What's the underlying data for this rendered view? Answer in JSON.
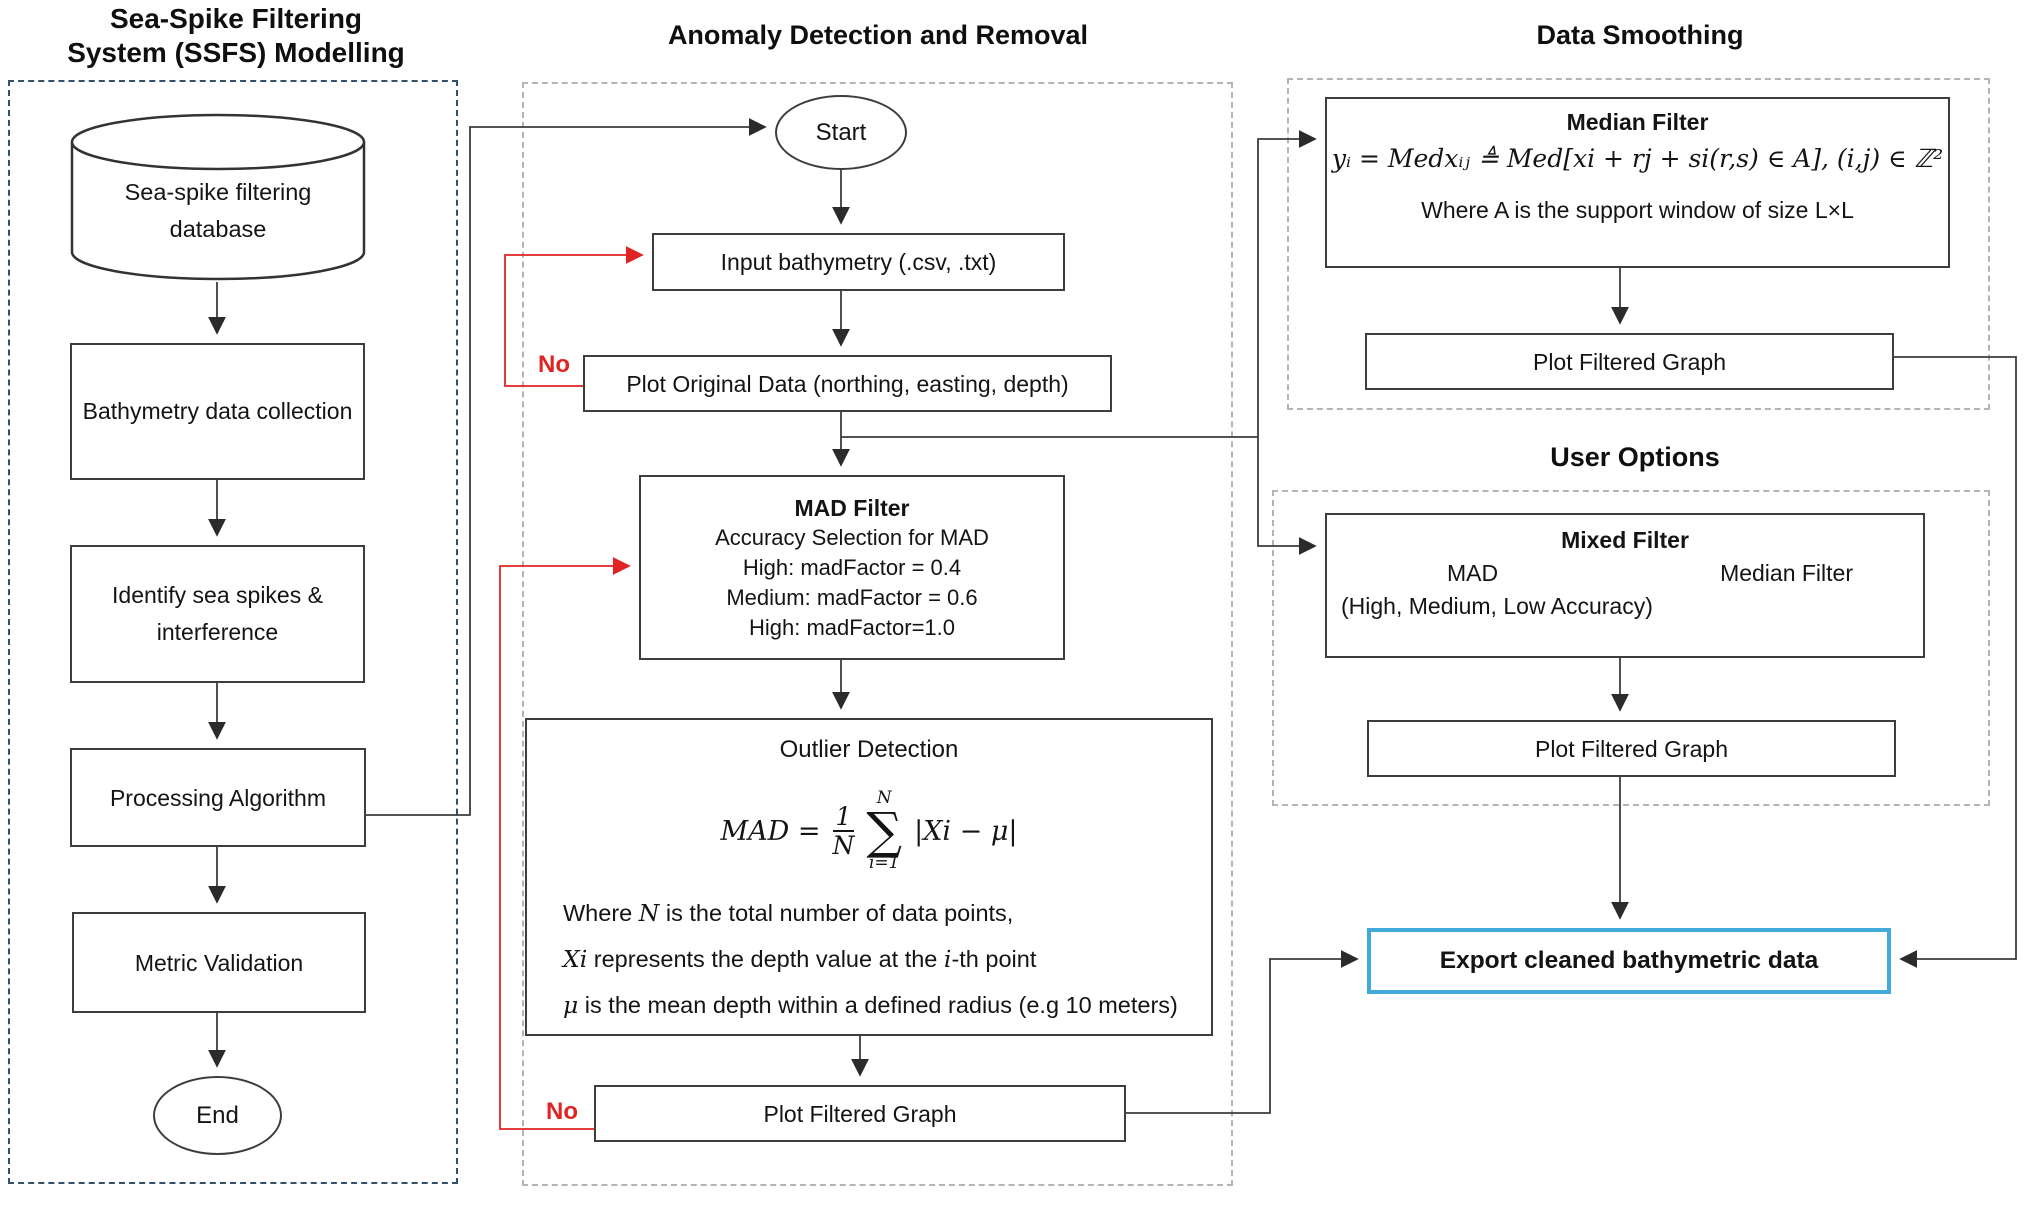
{
  "colors": {
    "feedback_red": "#e02424",
    "export_border_blue": "#42a9dc",
    "left_dash_navy": "#33506e",
    "gray_dash": "#b4b4b4",
    "line_black": "#3c3c3c"
  },
  "left": {
    "title_line1": "Sea-Spike Filtering",
    "title_line2": "System (SSFS) Modelling",
    "database_line1": "Sea-spike filtering",
    "database_line2": "database",
    "steps": [
      "Bathymetry data collection",
      "Identify sea spikes & interference",
      "Processing Algorithm",
      "Metric Validation"
    ],
    "end_label": "End"
  },
  "middle": {
    "title": "Anomaly Detection and Removal",
    "start_label": "Start",
    "input_box": "Input bathymetry (.csv, .txt)",
    "plot_original": "Plot Original Data (northing, easting, depth)",
    "no_label_1": "No",
    "no_label_2": "No",
    "mad_filter": {
      "title": "MAD Filter",
      "line1": "Accuracy Selection for MAD",
      "line2": "High: madFactor = 0.4",
      "line3": "Medium: madFactor = 0.6",
      "line4": "High: madFactor=1.0"
    },
    "outlier": {
      "title": "Outlier Detection",
      "formula": {
        "lhs": "MAD =",
        "frac_num": "1",
        "frac_den": "N",
        "sigma_top": "N",
        "sigma_glyph": "∑",
        "sigma_bottom": "i=1",
        "body": "|Xi −  μ|"
      },
      "note1": [
        "Where ",
        "N",
        " is the total number of data points,"
      ],
      "note2": [
        "Xi",
        " represents the depth value at the ",
        "i",
        "-th point"
      ],
      "note3": [
        "μ",
        " is the mean depth within a defined radius (e.g 10 meters)"
      ]
    },
    "plot_filtered": "Plot Filtered Graph"
  },
  "right": {
    "ds_title": "Data Smoothing",
    "median": {
      "title": "Median Filter",
      "formula": "yᵢ = Medxᵢⱼ ≜ Med[xi + rj + si(r,s) ∈ A], (i,j) ∈ ℤ²",
      "where": "Where A is the support window of size L×L"
    },
    "ds_plot_filtered": "Plot Filtered Graph",
    "uo_title": "User Options",
    "mixed": {
      "title": "Mixed Filter",
      "mad": "MAD",
      "median": "Median Filter",
      "accuracy": "(High, Medium, Low Accuracy)"
    },
    "uo_plot_filtered": "Plot Filtered Graph",
    "export_label": "Export cleaned bathymetric data"
  }
}
